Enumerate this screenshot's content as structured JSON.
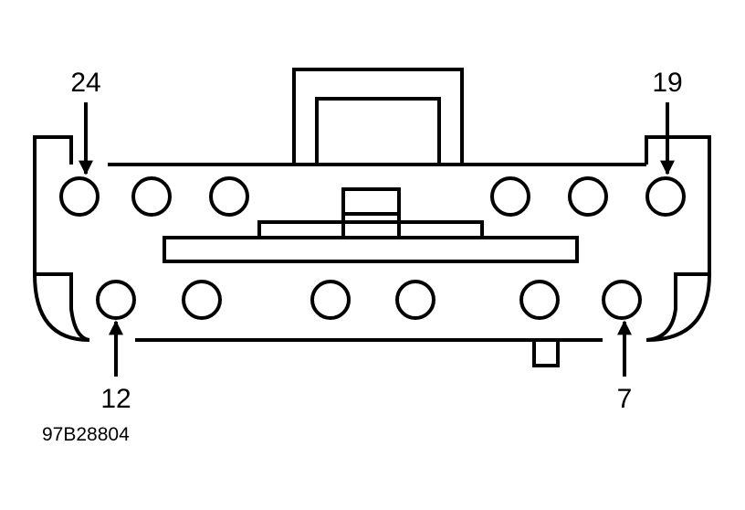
{
  "diagram": {
    "pin_labels": {
      "top_left": "24",
      "top_right": "19",
      "bottom_left": "12",
      "bottom_right": "7"
    },
    "reference_code": "97B28804",
    "colors": {
      "stroke": "#000000",
      "background": "#ffffff"
    }
  }
}
